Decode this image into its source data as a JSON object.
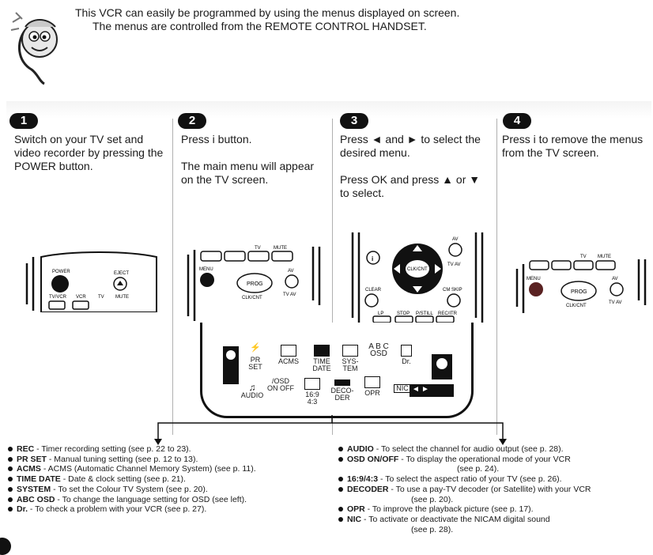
{
  "intro": {
    "line1": "This VCR can easily be programmed by using the menus displayed on screen.",
    "line2": "The menus are controlled from the REMOTE CONTROL HANDSET."
  },
  "steps": [
    {
      "number": "1",
      "texts": [
        "Switch on your TV set and video recorder by pressing the POWER button."
      ]
    },
    {
      "number": "2",
      "texts": [
        "Press i button.",
        "The main menu will appear on the TV screen."
      ]
    },
    {
      "number": "3",
      "texts": [
        "Press ◄ and ► to select the desired menu.",
        "Press OK and press ▲ or ▼ to select."
      ]
    },
    {
      "number": "4",
      "texts": [
        "Press i to remove the menus from the TV screen."
      ]
    }
  ],
  "remote1": {
    "power": "POWER",
    "eject": "EJECT",
    "tvvcr": "TV/VCR",
    "vcr": "VCR",
    "tv": "TV",
    "mute": "MUTE"
  },
  "remote2": {
    "tv": "TV",
    "mute": "MUTE",
    "menu": "MENU",
    "prog": "PROG",
    "clkcnt": "CLK/CNT",
    "av": "AV",
    "tvav": "TV AV"
  },
  "remote3": {
    "clkcnt": "CLK/CNT",
    "av": "AV",
    "tvav": "TV AV",
    "clear": "CLEAR",
    "cmskip": "CM SKIP",
    "lp": "LP",
    "stop": "STOP",
    "pstill": "P/STILL",
    "recitr": "REC/ITR"
  },
  "remote4": {
    "tv": "TV",
    "mute": "MUTE",
    "menu": "MENU",
    "prog": "PROG",
    "clkcnt": "CLK/CNT",
    "av": "AV",
    "tvav": "TV AV"
  },
  "menu_icons": {
    "prset": "PR SET",
    "acms": "ACMS",
    "timedate": "TIME DATE",
    "system": "SYS- TEM",
    "abcosd": "A B C OSD",
    "dr": "Dr.",
    "audio": "AUDIO",
    "osdonoff": "/OSD ON OFF",
    "aspect": "16:9 4:3",
    "decoder": "DECO- DER",
    "opr": "OPR",
    "nic": "NIC"
  },
  "bullets_left": [
    {
      "key": "REC",
      "text": " - Timer recording setting (see p. 22 to 23)."
    },
    {
      "key": "PR SET",
      "text": " - Manual tuning setting (see p. 12 to 13)."
    },
    {
      "key": "ACMS",
      "text": " - ACMS (Automatic Channel Memory System) (see p. 11)."
    },
    {
      "key": "TIME DATE",
      "text": " - Date & clock setting (see p. 21)."
    },
    {
      "key": "SYSTEM",
      "text": " - To set the Colour TV System (see p. 20)."
    },
    {
      "key": "ABC OSD",
      "text": " - To change the language setting for OSD (see left)."
    },
    {
      "key": "Dr.",
      "text": " - To check a problem with your VCR (see p. 27)."
    }
  ],
  "bullets_right": [
    {
      "key": "AUDIO",
      "text": " - To select the channel for audio output (see p. 28).",
      "cont": ""
    },
    {
      "key": "OSD ON/OFF",
      "text": " - To display the operational mode of your VCR",
      "cont": "(see p. 24)."
    },
    {
      "key": "16:9/4:3",
      "text": " - To select the aspect ratio of your TV (see p. 26).",
      "cont": ""
    },
    {
      "key": "DECODER",
      "text": " - To use a pay-TV decoder (or Satellite) with your VCR",
      "cont": "(see p. 20)."
    },
    {
      "key": "OPR",
      "text": " - To improve the playback picture (see p. 17).",
      "cont": ""
    },
    {
      "key": "NIC",
      "text": " - To activate or deactivate the NICAM digital sound",
      "cont": "(see p. 28)."
    }
  ]
}
